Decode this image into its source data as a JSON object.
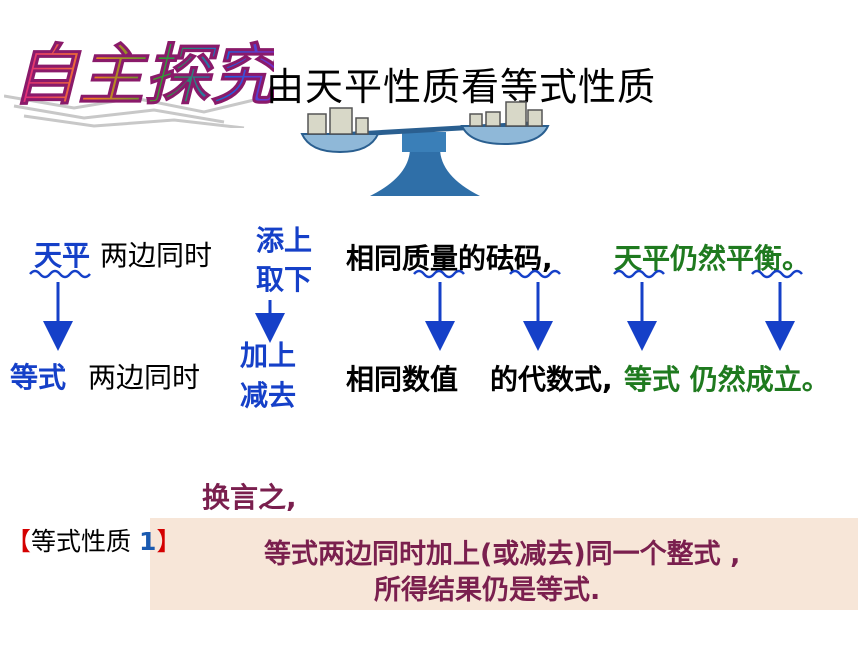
{
  "header": {
    "logo_text": "自主探究",
    "title": "由天平性质看等式性质"
  },
  "row1": {
    "subject": "天平",
    "middle": "两边同时",
    "ops": [
      "添上",
      "取下"
    ],
    "object": "相同质量的砝码,",
    "result": "天平仍然平衡。"
  },
  "row2": {
    "subject": "等式",
    "middle": "两边同时",
    "ops": [
      "加上",
      "减去"
    ],
    "object_a": "相同数值",
    "object_b": "的代数式,",
    "result": "等式 仍然成立。"
  },
  "conclusion": {
    "intro": "换言之,",
    "label_open": "【",
    "label_text": "等式性质 ",
    "label_number": "1",
    "label_close": "】",
    "line1": "等式两边同时加上(或减去)同一个整式 ,",
    "line2": "所得结果仍是等式."
  },
  "colors": {
    "blue": "#1540c8",
    "green": "#1f7a1f",
    "purple": "#7a1f4e",
    "red": "#d40000",
    "box": "#f7e6d8"
  }
}
